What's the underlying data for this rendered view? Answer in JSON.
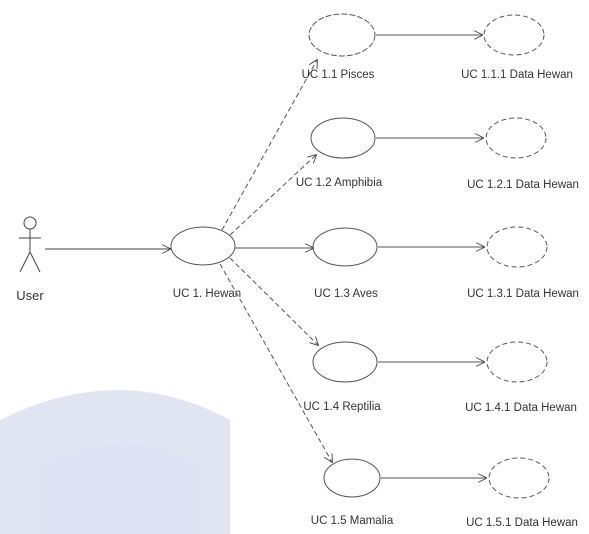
{
  "actor": {
    "label": "User"
  },
  "main_use_case": {
    "label": "UC 1. Hewan"
  },
  "use_cases": [
    {
      "label": "UC 1.1 Pisces",
      "child_label": "UC 1.1.1 Data Hewan"
    },
    {
      "label": "UC 1.2 Amphibia",
      "child_label": "UC 1.2.1 Data Hewan"
    },
    {
      "label": "UC 1.3 Aves",
      "child_label": "UC 1.3.1 Data Hewan"
    },
    {
      "label": "UC 1.4 Reptilia",
      "child_label": "UC 1.4.1 Data Hewan"
    },
    {
      "label": "UC 1.5 Mamalia",
      "child_label": "UC 1.5.1 Data Hewan"
    }
  ],
  "colors": {
    "line": "#444444",
    "watermark": "#c7cfe6",
    "watermark_inner": "#dde3f3"
  }
}
